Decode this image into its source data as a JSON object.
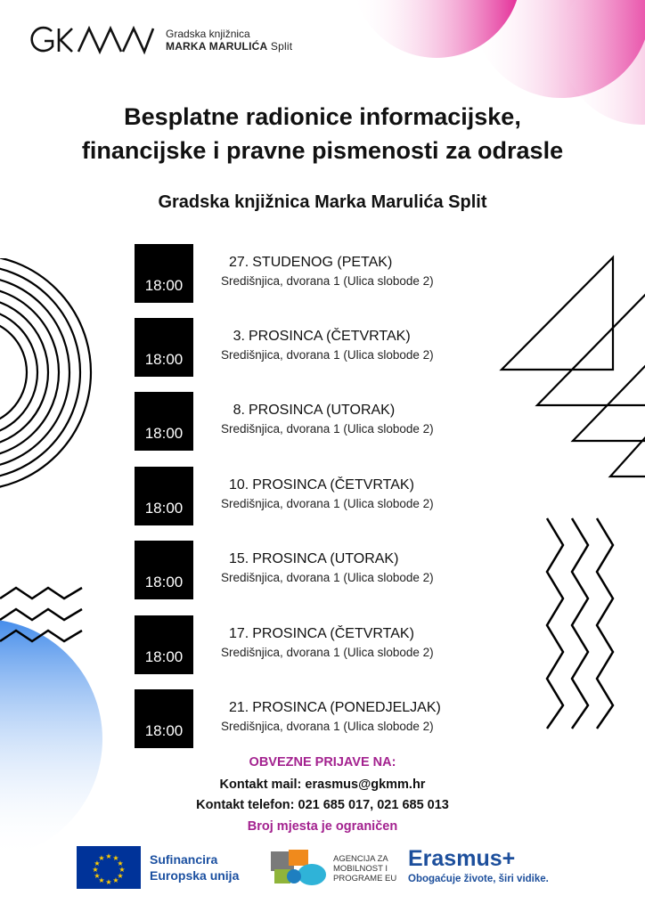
{
  "header": {
    "logo_mark": "GKMM",
    "logo_line1": "Gradska knjižnica",
    "logo_line2": "MARKA MARULIĆA",
    "logo_line2_suffix": "Split"
  },
  "title_line1": "Besplatne radionice informacijske,",
  "title_line2": "financijske i pravne pismenosti za odrasle",
  "subtitle": "Gradska knjižnica Marka Marulića Split",
  "events": [
    {
      "time": "18:00",
      "day": "27.",
      "date": "STUDENOG (PETAK)",
      "venue": "Središnjica, dvorana 1 (Ulica slobode 2)"
    },
    {
      "time": "18:00",
      "day": "3.",
      "date": "PROSINCA (ČETVRTAK)",
      "venue": "Središnjica, dvorana 1 (Ulica slobode 2)"
    },
    {
      "time": "18:00",
      "day": "8.",
      "date": "PROSINCA (UTORAK)",
      "venue": "Središnjica, dvorana 1 (Ulica slobode 2)"
    },
    {
      "time": "18:00",
      "day": "10.",
      "date": "PROSINCA (ČETVRTAK)",
      "venue": "Središnjica, dvorana 1 (Ulica slobode 2)"
    },
    {
      "time": "18:00",
      "day": "15.",
      "date": "PROSINCA (UTORAK)",
      "venue": "Središnjica, dvorana 1 (Ulica slobode 2)"
    },
    {
      "time": "18:00",
      "day": "17.",
      "date": "PROSINCA (ČETVRTAK)",
      "venue": "Središnjica, dvorana 1 (Ulica slobode 2)"
    },
    {
      "time": "18:00",
      "day": "21.",
      "date": "PROSINCA (PONEDJELJAK)",
      "venue": "Središnjica, dvorana 1 (Ulica slobode 2)"
    }
  ],
  "registration": {
    "title": "OBVEZNE PRIJAVE NA:",
    "mail": "Kontakt mail: erasmus@gkmm.hr",
    "phone": "Kontakt telefon: 021 685 017, 021 685 013",
    "limit": "Broj mjesta je ograničen"
  },
  "footer": {
    "eu_line1": "Sufinancira",
    "eu_line2": "Europska unija",
    "agency_line1": "AGENCIJA ZA",
    "agency_line2": "MOBILNOST I",
    "agency_line3": "PROGRAME EU",
    "erasmus": "Erasmus+",
    "erasmus_tagline": "Obogaćuje živote, širi vidike."
  },
  "colors": {
    "accent_magenta": "#a3228f",
    "pink_gradient": "#e0118a",
    "blue_gradient": "#2f7fe8",
    "eu_blue": "#003399",
    "erasmus_blue": "#1d4f9c"
  }
}
